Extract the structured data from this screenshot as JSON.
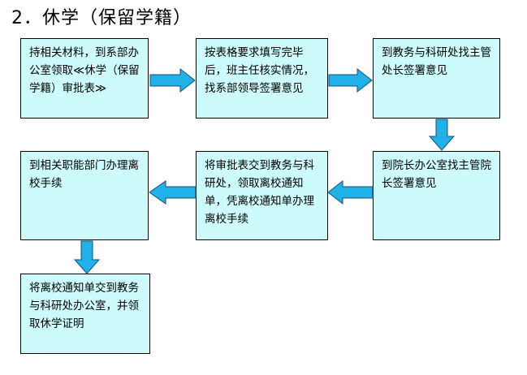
{
  "heading": "2．休学（保留学籍）",
  "colors": {
    "box_fill": "#cdfafa",
    "box_border": "#000000",
    "arrow_fill": "#1fb1e8",
    "arrow_stroke": "#1a4f73"
  },
  "steps": [
    {
      "text": "持相关材料，到系部办公室领取≪休学（保留学籍）审批表≫"
    },
    {
      "text": "按表格要求填写完毕后，班主任核实情况，找系部领导签署意见"
    },
    {
      "text": "到教务与科研处找主管处长签署意见"
    },
    {
      "text": "到院长办公室找主管院长签署意见"
    },
    {
      "text": "将审批表交到教务与科研处，领取离校通知单，凭离校通知单办理离校手续"
    },
    {
      "text": "到相关职能部门办理离校手续"
    },
    {
      "text": "将离校通知单交到教务与科研处办公室，并领取休学证明"
    }
  ],
  "arrows": [
    {
      "from": "step-1",
      "to": "step-2",
      "direction": "right"
    },
    {
      "from": "step-2",
      "to": "step-3",
      "direction": "right"
    },
    {
      "from": "step-3",
      "to": "step-4",
      "direction": "down"
    },
    {
      "from": "step-4",
      "to": "step-5",
      "direction": "left"
    },
    {
      "from": "step-5",
      "to": "step-6",
      "direction": "left"
    },
    {
      "from": "step-6",
      "to": "step-7",
      "direction": "down"
    }
  ]
}
